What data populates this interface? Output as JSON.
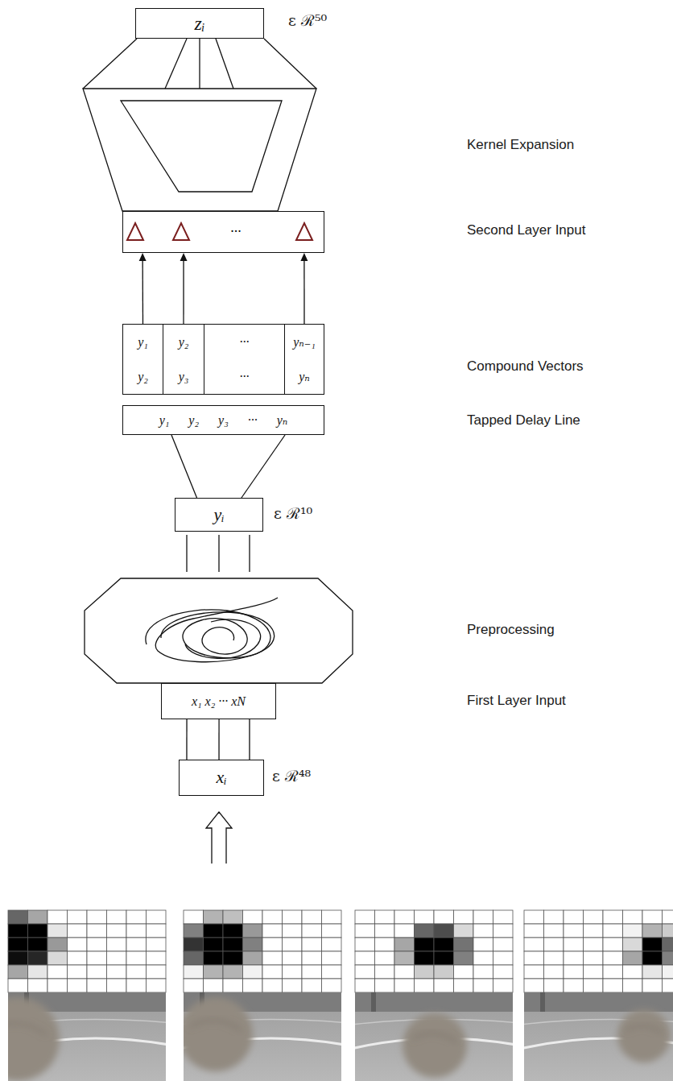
{
  "diagram": {
    "nodes": [
      {
        "text": [
          "zᵢ"
        ]
      },
      {
        "text": [
          "···"
        ]
      },
      {
        "text": [
          "y₁",
          "y₂"
        ]
      },
      {
        "text": [
          "y₂",
          "y₃"
        ]
      },
      {
        "text": [
          "···",
          "···"
        ]
      },
      {
        "text": [
          "yₙ₋₁",
          "yₙ"
        ]
      },
      {
        "text": [
          "y₁ y₂ y₃ ··· yₙ"
        ]
      },
      {
        "text": [
          "yᵢ"
        ]
      },
      {
        "text": [
          "x₁ x₂ ··· xN"
        ]
      },
      {
        "text": [
          "xᵢ"
        ]
      }
    ],
    "edges": [
      {
        "from": 2,
        "to": 1,
        "arrow": "to"
      },
      {
        "from": 3,
        "to": 1,
        "arrow": "to"
      },
      {
        "from": 5,
        "to": 1,
        "arrow": "to"
      },
      {
        "from": 7,
        "to": 6,
        "arrow": "none"
      },
      {
        "from": 7,
        "to": 6,
        "arrow": "none"
      },
      {
        "from": 8,
        "to": 9,
        "arrow": "none"
      },
      {
        "from": 8,
        "to": 9,
        "arrow": "none"
      },
      {
        "from": 8,
        "to": 9,
        "arrow": "none"
      }
    ],
    "labels": [
      "ε ℛ⁵⁰",
      "Kernel Expansion",
      "Second Layer Input",
      "Compound Vectors",
      "Tapped Delay Line",
      "ε ℛ¹⁰",
      "Preprocessing",
      "First Layer Input",
      "ε ℛ⁴⁸"
    ]
  }
}
